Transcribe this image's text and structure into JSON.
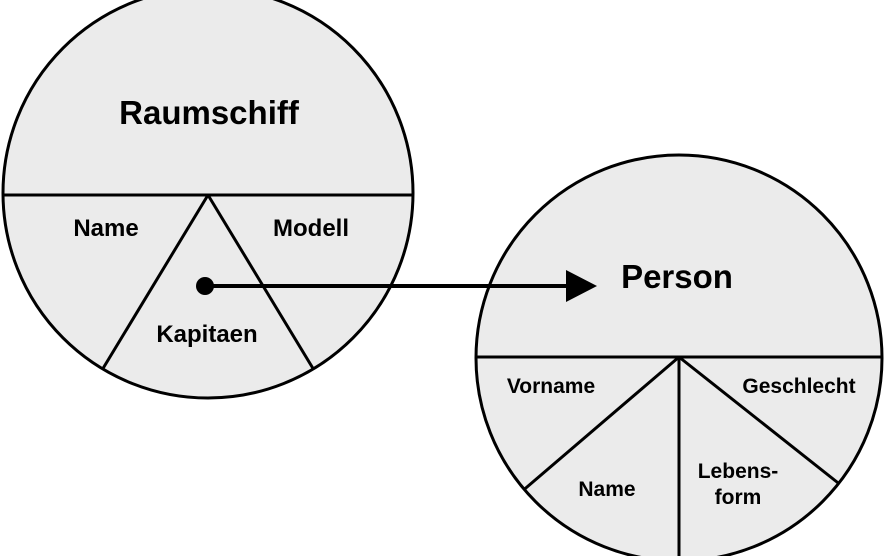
{
  "entities": {
    "ship": {
      "title": "Raumschiff",
      "fields": {
        "name": "Name",
        "modell": "Modell",
        "kapitaen": "Kapitaen"
      }
    },
    "person": {
      "title": "Person",
      "fields": {
        "vorname": "Vorname",
        "geschlecht": "Geschlecht",
        "name": "Name",
        "lebensform_line1": "Lebens-",
        "lebensform_line2": "form"
      }
    }
  },
  "relation": {
    "from": "Kapitaen",
    "to": "Person"
  }
}
